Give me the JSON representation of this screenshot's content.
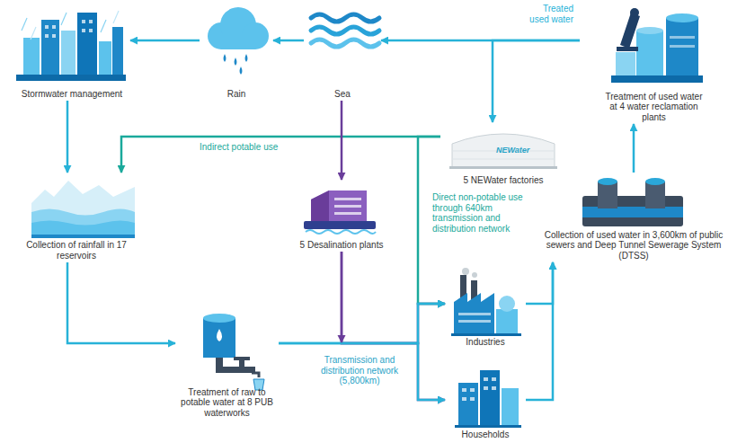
{
  "diagram": {
    "nodes": [
      {
        "text": [
          "Stormwater management"
        ]
      },
      {
        "text": [
          "Rain"
        ]
      },
      {
        "text": [
          "Sea"
        ]
      },
      {
        "text": [
          "Treatment of used water at 4 water reclamation plants"
        ]
      },
      {
        "text": [
          "Collection of rainfall in 17 reservoirs"
        ]
      },
      {
        "text": [
          "NEWater",
          "5 NEWater factories"
        ]
      },
      {
        "text": [
          "5 Desalination plants"
        ]
      },
      {
        "text": [
          "Collection of used water in 3,600km of public sewers and Deep Tunnel Sewerage System (DTSS)"
        ]
      },
      {
        "text": [
          "Industries"
        ]
      },
      {
        "text": [
          "Treatment of raw to potable water at 8 PUB waterworks"
        ]
      },
      {
        "text": [
          "Households"
        ]
      }
    ],
    "edges": [
      {
        "from": 1,
        "to": 0,
        "arrow": "to"
      },
      {
        "from": 2,
        "to": 1,
        "arrow": "to"
      },
      {
        "from": 3,
        "to": 2,
        "arrow": "to",
        "label": "Treated used water"
      },
      {
        "from": 3,
        "to": 5,
        "arrow": "to"
      },
      {
        "from": 0,
        "to": 4,
        "arrow": "to"
      },
      {
        "from": 5,
        "to": 4,
        "arrow": "to",
        "label": "Indirect potable use"
      },
      {
        "from": 2,
        "to": 6,
        "arrow": "to"
      },
      {
        "from": 5,
        "to": 8,
        "arrow": "to",
        "label": "Direct non-potable use through 640km transmission and distribution network"
      },
      {
        "from": 7,
        "to": 3,
        "arrow": "to"
      },
      {
        "from": 4,
        "to": 9,
        "arrow": "to"
      },
      {
        "from": 6,
        "to": 8,
        "arrow": "to"
      },
      {
        "from": 6,
        "to": 10,
        "arrow": "to"
      },
      {
        "from": 9,
        "to": 8,
        "arrow": "to",
        "label": "Transmission and distribution network (5,800km)"
      },
      {
        "from": 9,
        "to": 10,
        "arrow": "to"
      },
      {
        "from": 8,
        "to": 7,
        "arrow": "to"
      },
      {
        "from": 10,
        "to": 7,
        "arrow": "to"
      }
    ]
  }
}
